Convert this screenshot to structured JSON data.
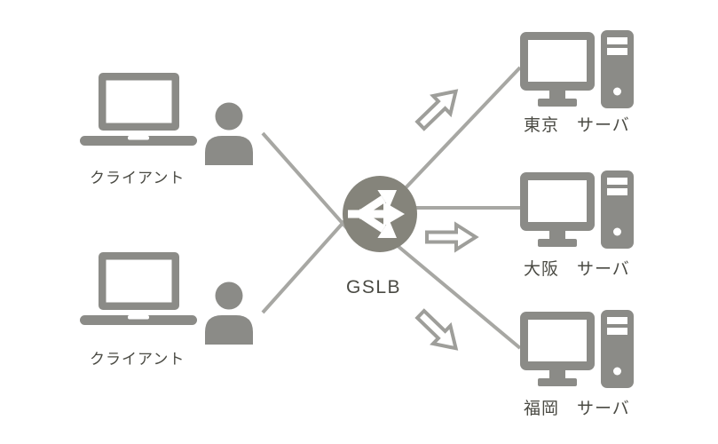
{
  "diagram": {
    "title_hint": "GSLB load balancing diagram",
    "clients": [
      {
        "label": "クライアント"
      },
      {
        "label": "クライアント"
      }
    ],
    "gslb": {
      "label": "GSLB"
    },
    "servers": [
      {
        "label": "東京　サーバ"
      },
      {
        "label": "大阪　サーバ"
      },
      {
        "label": "福岡　サーバ"
      }
    ],
    "colors": {
      "icon_gray": "#8b8b87",
      "gslb_circle": "#85847b",
      "connector_line": "#a7a7a3",
      "hollow_arrow_stroke": "#9e9e9a",
      "label_text": "#4a4a43",
      "background": "#ffffff"
    }
  }
}
